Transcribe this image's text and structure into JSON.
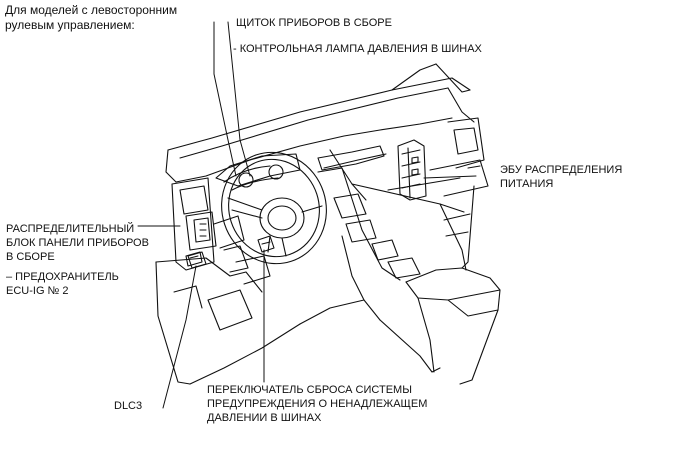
{
  "header": {
    "line1": "Для моделей с левосторонним",
    "line2": "рулевым управлением:"
  },
  "labels": {
    "cluster": "ЩИТОК ПРИБОРОВ В СБОРЕ",
    "tire_lamp": "- КОНТРОЛЬНАЯ ЛАМПА ДАВЛЕНИЯ В ШИНАХ",
    "power_ecu": [
      "ЭБУ РАСПРЕДЕЛЕНИЯ",
      "ПИТАНИЯ"
    ],
    "junction_block": [
      "РАСПРЕДЕЛИТЕЛЬНЫЙ",
      "БЛОК ПАНЕЛИ ПРИБОРОВ",
      "В СБОРЕ"
    ],
    "fuse": [
      "– ПРЕДОХРАНИТЕЛЬ",
      "ECU-IG № 2"
    ],
    "dlc3": "DLC3",
    "reset_switch": [
      "ПЕРЕКЛЮЧАТЕЛЬ СБРОСА СИСТЕМЫ",
      "ПРЕДУПРЕЖДЕНИЯ О НЕНАДЛЕЖАЩЕМ",
      "ДАВЛЕНИИ В ШИНАХ"
    ]
  },
  "colors": {
    "ink": "#111111",
    "background": "#ffffff"
  }
}
